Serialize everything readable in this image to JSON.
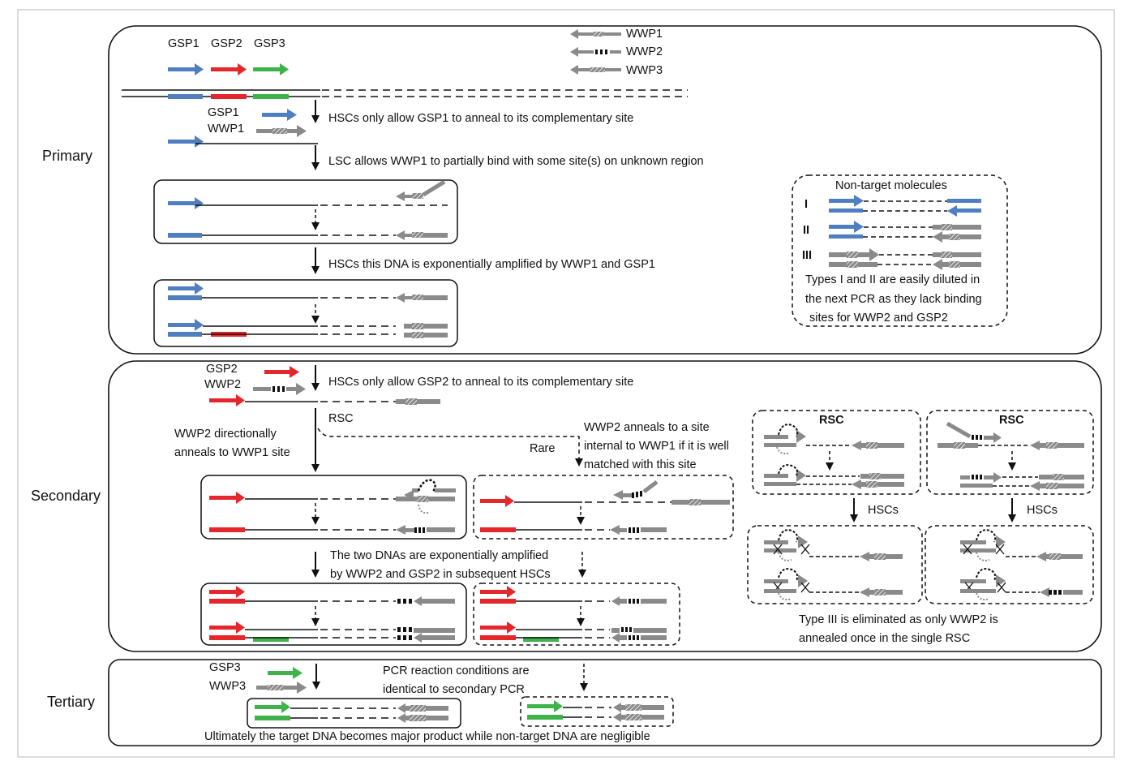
{
  "colors": {
    "gsp1": "#4f7fc0",
    "gsp2": "#e5262b",
    "gsp3": "#3eb34a",
    "wwp": "#8a8a8a",
    "line": "#111111"
  },
  "stages": {
    "primary": "Primary",
    "secondary": "Secondary",
    "tertiary": "Tertiary"
  },
  "primary": {
    "primer_labels": [
      "GSP1",
      "GSP2",
      "GSP3"
    ],
    "wwp_labels": [
      "WWP1",
      "WWP2",
      "WWP3"
    ],
    "step1_gsp": "GSP1",
    "step1_wwp": "WWP1",
    "step1_text": "HSCs only allow GSP1 to anneal to its complementary site",
    "step2_text": "LSC allows WWP1 to partially bind with some site(s) on unknown region",
    "step3_text": "HSCs this DNA is exponentially amplified by WWP1 and GSP1",
    "nontarget": {
      "title": "Non-target molecules",
      "types": [
        "I",
        "II",
        "III"
      ],
      "note_lines": [
        "Types I and II are easily diluted in",
        "the next PCR as they lack binding",
        "sites for WWP2 and GSP2"
      ]
    }
  },
  "secondary": {
    "gsp": "GSP2",
    "wwp": "WWP2",
    "step1_text": "HSCs only allow GSP2 to anneal to its complementary site",
    "rsc": "RSC",
    "directional_lines": [
      "WWP2 directionally",
      "anneals to WWP1 site"
    ],
    "rare": "Rare",
    "internal_lines": [
      "WWP2 anneals to a site",
      "internal to WWP1 if it is well",
      "matched with this site"
    ],
    "amplified_lines": [
      "The two DNAs are exponentially amplified",
      "by WWP2 and GSP2 in subsequent HSCs"
    ],
    "rsc_box_left": "RSC",
    "rsc_box_right": "RSC",
    "hscs_left": "HSCs",
    "hscs_right": "HSCs",
    "type3_lines": [
      "Type III is eliminated as only WWP2 is",
      "annealed once in the single RSC"
    ]
  },
  "tertiary": {
    "gsp": "GSP3",
    "wwp": "WWP3",
    "conditions_lines": [
      "PCR reaction conditions are",
      "identical to secondary PCR"
    ],
    "conclusion": "Ultimately the target DNA becomes major product while non-target DNA are negligible"
  }
}
